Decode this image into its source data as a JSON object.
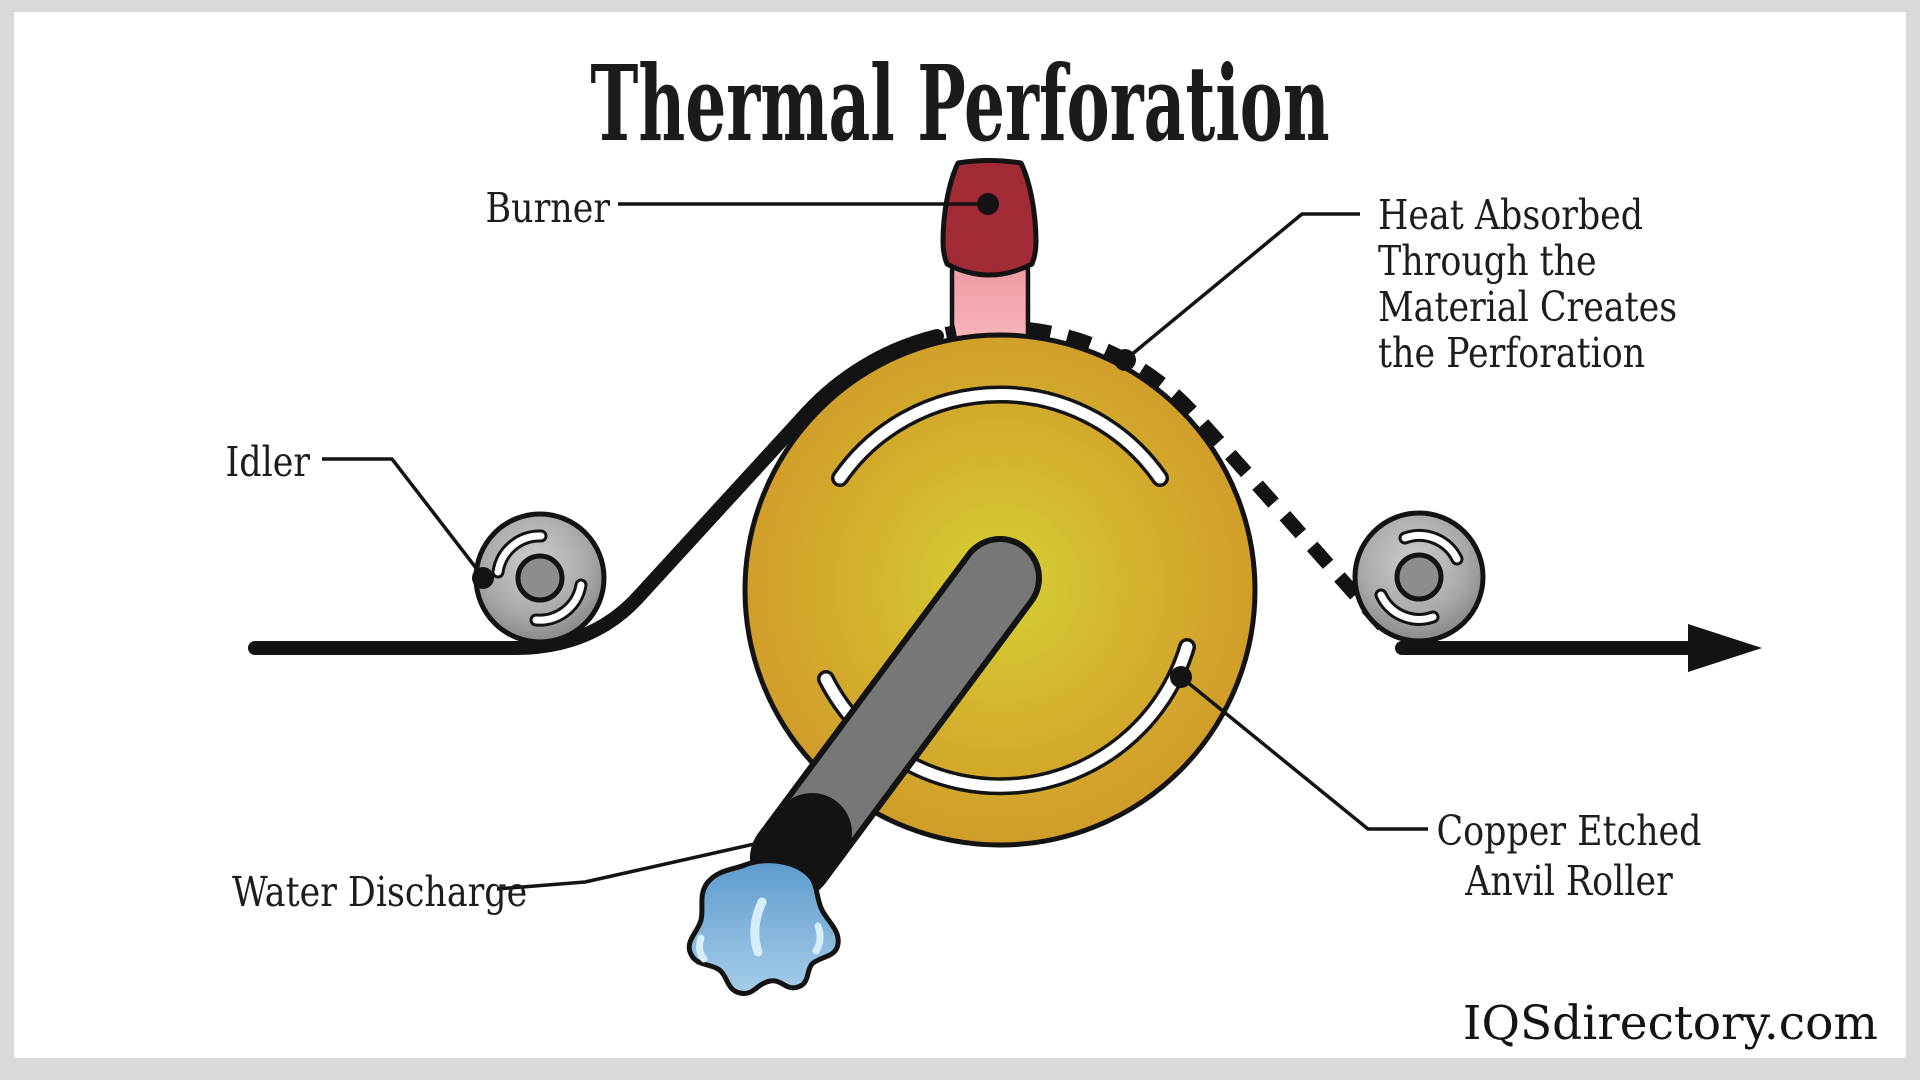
{
  "title": "Thermal Perforation",
  "watermark": "IQSdirectory.com",
  "labels": {
    "burner": "Burner",
    "idler": "Idler",
    "water_discharge": "Water Discharge",
    "heat_absorbed_lines": [
      "Heat Absorbed",
      "Through the",
      "Material Creates",
      "the Perforation"
    ],
    "anvil_roller_lines": [
      "Copper Etched",
      "Anvil Roller"
    ]
  },
  "colors": {
    "ink": "#131313",
    "canvas_border": "#d9d9d9",
    "panel_background": "#ffffff",
    "roller_center": "#d5d034",
    "roller_mid": "#d4af2c",
    "roller_edge": "#d0992a",
    "idler_light": "#cecece",
    "idler_mid": "#a8a8a8",
    "idler_dark": "#7f7f7f",
    "idler_hub": "#8d8d8d",
    "burner_red": "#a32b35",
    "flame_pink_top": "#ee95a0",
    "flame_pink_bottom": "#f6b6bb",
    "pipe_gray": "#777777",
    "water_top": "#5d9bcd",
    "water_bottom": "#a6cde9",
    "water_highlight": "#d6eef9",
    "slot_white": "#ffffff"
  }
}
